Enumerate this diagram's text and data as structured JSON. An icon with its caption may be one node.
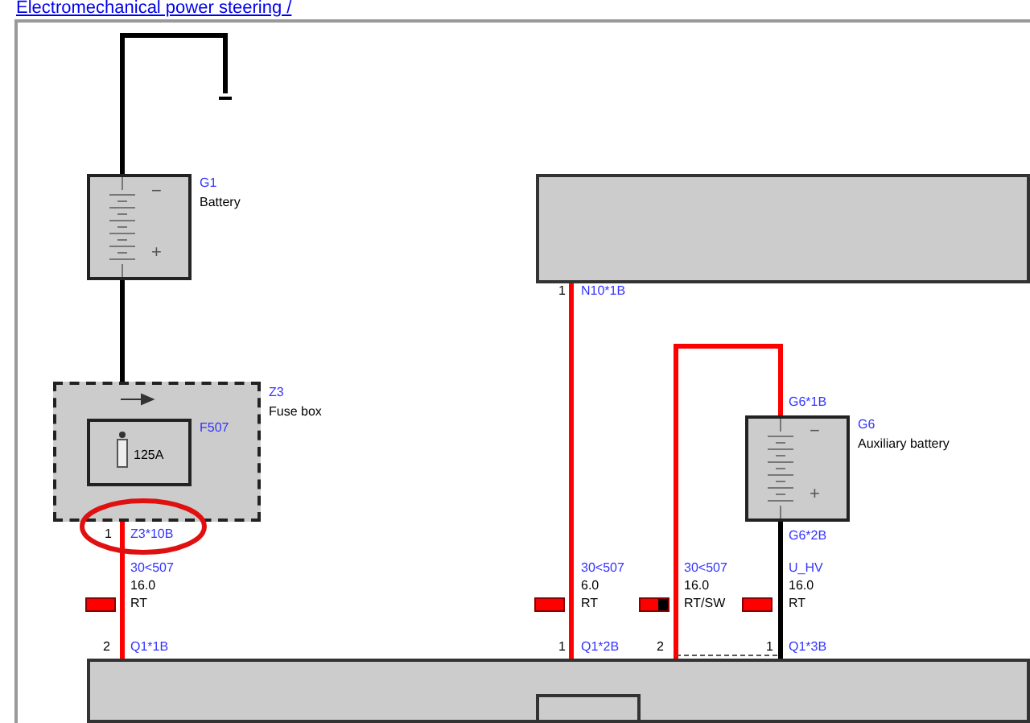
{
  "diagram": {
    "title": "Electromechanical power steering /",
    "nodes": [
      {
        "text": [],
        "shape": "ground"
      },
      {
        "text": [
          "G1",
          "Battery"
        ]
      },
      {
        "text": [
          "Z3",
          "Fuse box"
        ]
      },
      {
        "text": [
          "F507",
          "125A"
        ],
        "in": 2
      },
      {
        "text": [],
        "shape": "box"
      },
      {
        "text": [],
        "shape": "box"
      },
      {
        "text": [],
        "shape": "box",
        "in": 5
      },
      {
        "text": [
          "G6",
          "Auxiliary battery"
        ]
      }
    ],
    "edges": [
      {
        "from": 0,
        "to": 1,
        "arrow": "none"
      },
      {
        "from": 1,
        "to": 3,
        "arrow": "none"
      },
      {
        "from": 3,
        "to": 5,
        "arrow": "none",
        "color": "#ff0000"
      },
      {
        "from": 4,
        "to": 5,
        "arrow": "none",
        "color": "#ff0000"
      },
      {
        "from": 5,
        "to": 7,
        "arrow": "none",
        "color": "#ff0000"
      },
      {
        "from": 7,
        "to": 5,
        "arrow": "none"
      }
    ],
    "labels": [
      "−",
      "+",
      "1",
      "N10*1B",
      "G6*1B",
      "−",
      "+",
      "1",
      "Z3*10B",
      "G6*2B",
      "30<507",
      "30<507",
      "30<507",
      "U_HV",
      "16.0",
      "6.0",
      "16.0",
      "16.0",
      "RT",
      "RT",
      "RT/SW",
      "RT",
      "2",
      "Q1*1B",
      "1",
      "Q1*2B",
      "2",
      "1",
      "Q1*3B"
    ]
  }
}
